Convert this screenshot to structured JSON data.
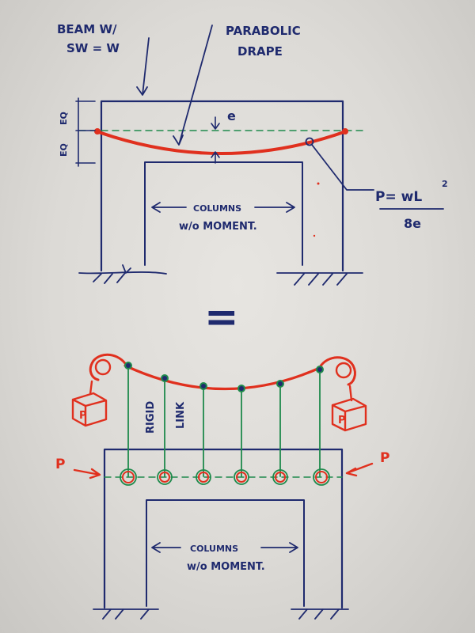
{
  "top_figure": {
    "beam_label": [
      "BEAM W/",
      "SW = W"
    ],
    "drape_label": [
      "PARABOLIC",
      "DRAPE"
    ],
    "eq_upper": "EQ",
    "eq_lower": "EQ",
    "eccentricity": "e",
    "force_formula_numerator": "P= wL",
    "force_formula_exponent": "2",
    "force_formula_denominator": "8e",
    "columns_label": [
      "COLUMNS",
      "w/o MOMENT."
    ]
  },
  "equals_sign": "=",
  "bottom_figure": {
    "rigid_link_label": [
      "RIGID",
      "LINK"
    ],
    "load_left": "P",
    "load_right": "P",
    "weight_left": "P",
    "weight_right": "P",
    "columns_label": [
      "COLUMNS",
      "w/o MOMENT."
    ]
  },
  "colors": {
    "ink_blue": "#1f2a6e",
    "ink_red": "#e0301e",
    "ink_green": "#1f8a4c",
    "paper": "#e3e1dd"
  }
}
